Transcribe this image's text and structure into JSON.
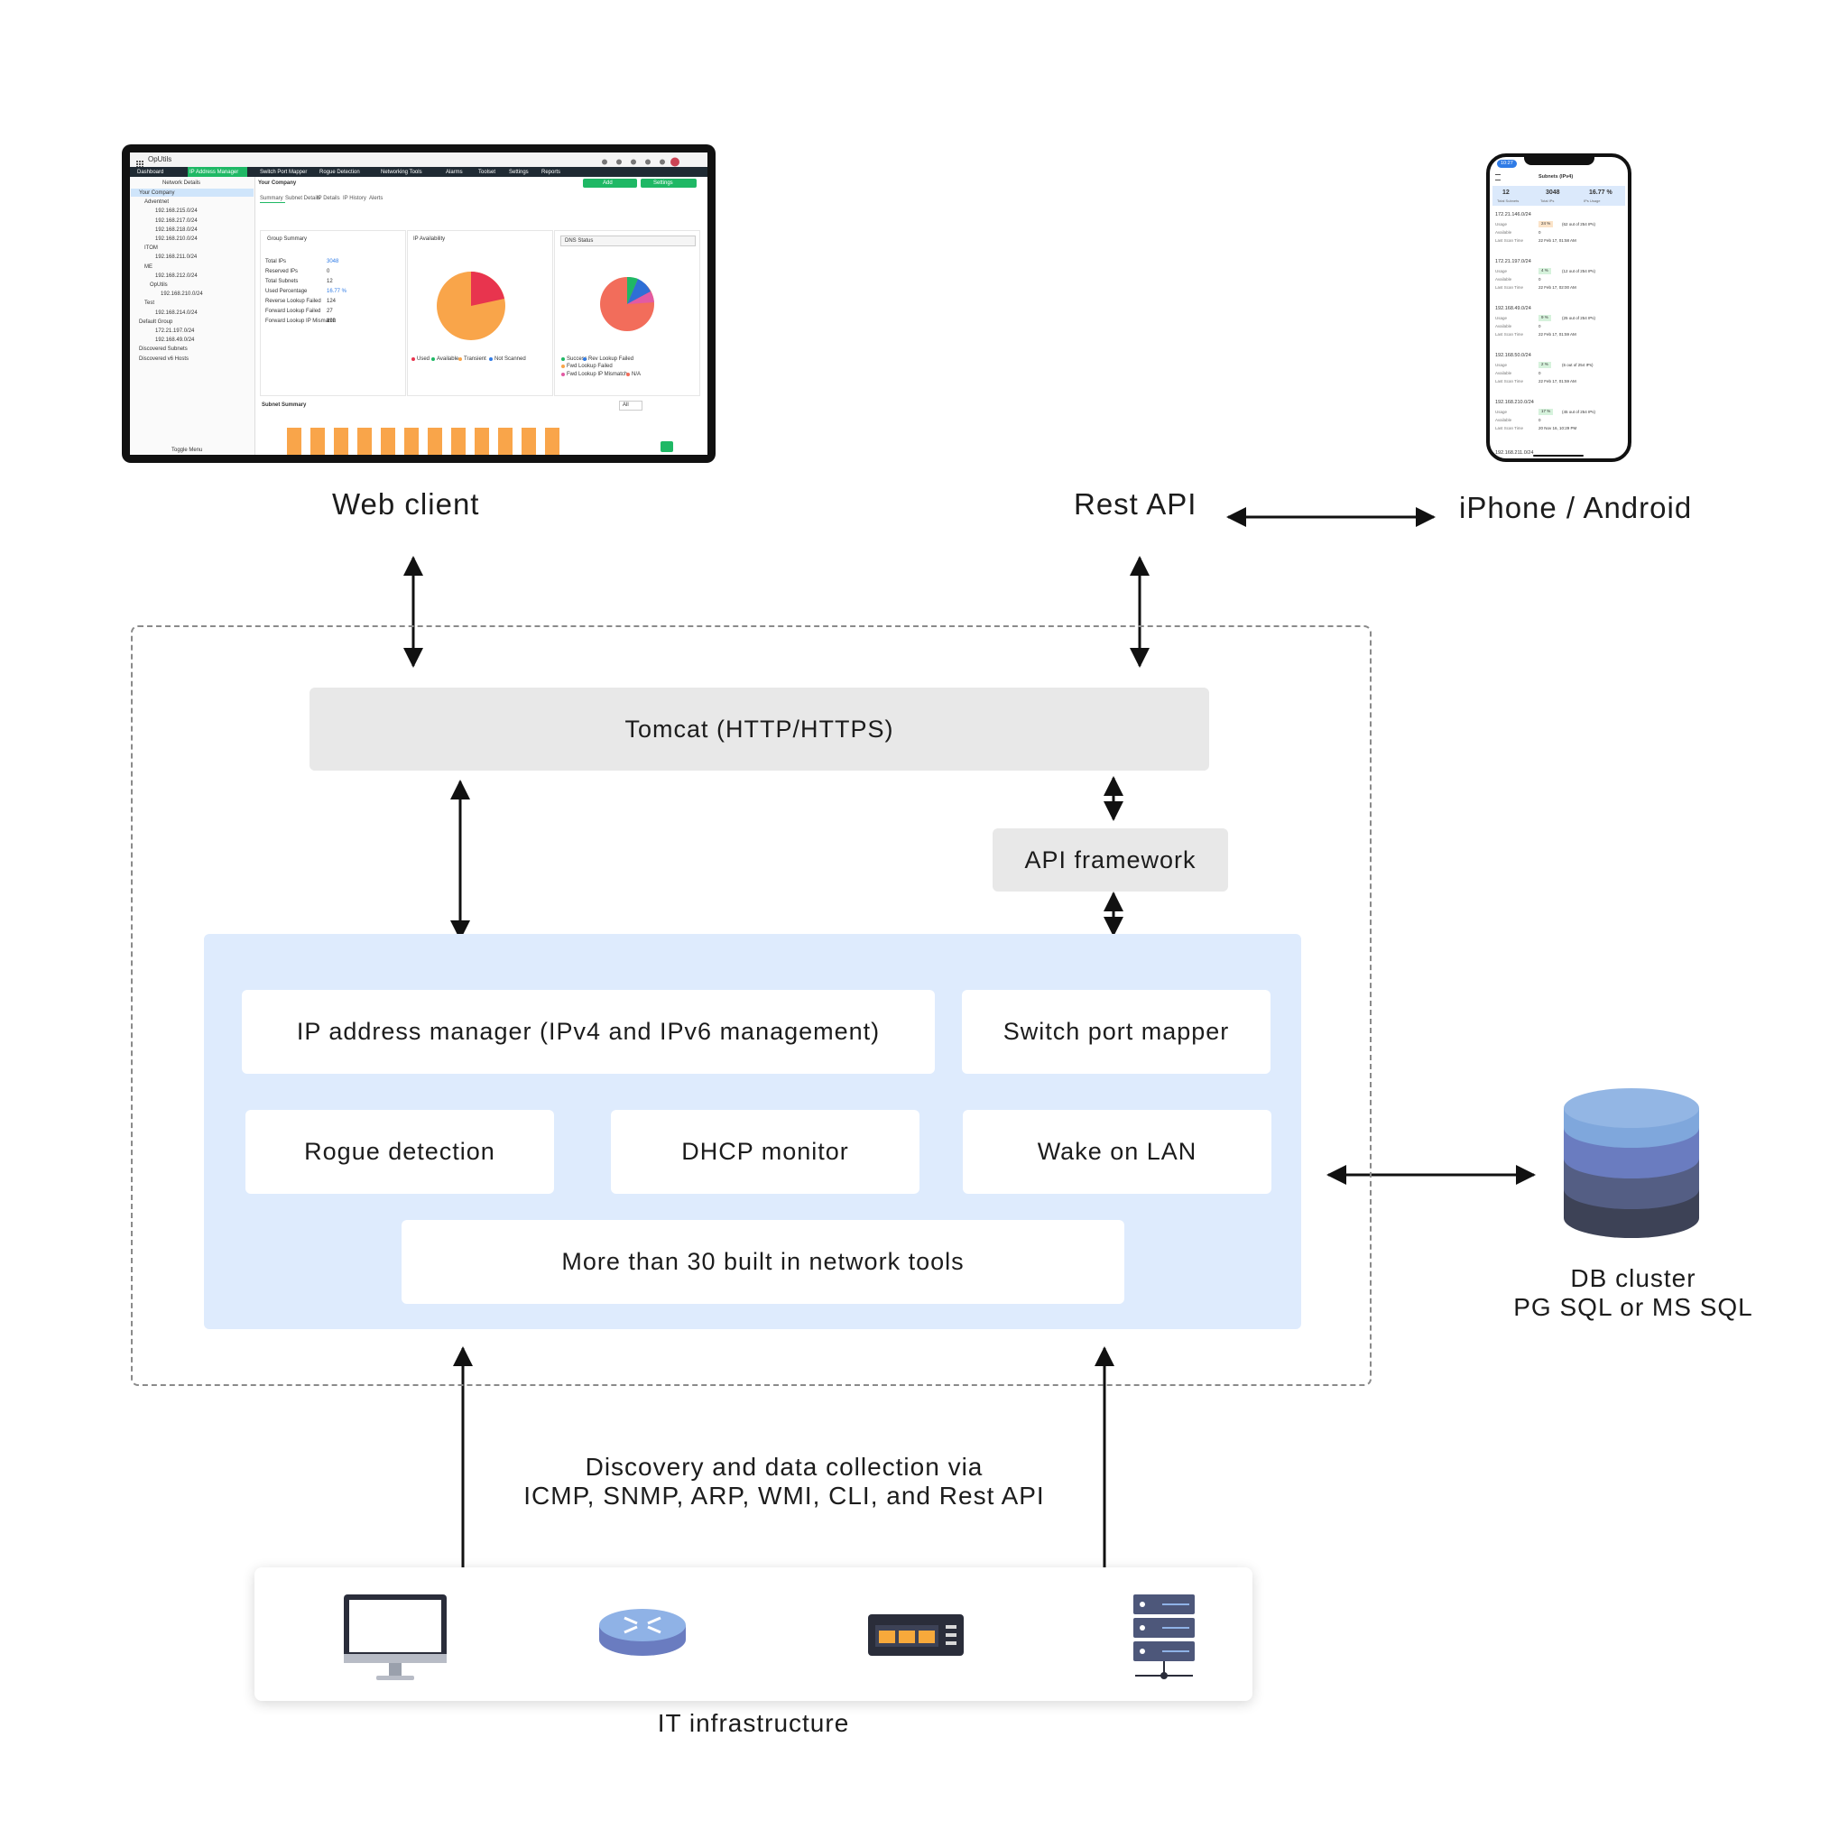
{
  "web_client": {
    "label": "Web client",
    "app_title": "OpUtils",
    "nav_tabs": [
      "Dashboard",
      "IP Address Manager",
      "Switch Port Mapper",
      "Rogue Detection",
      "Networking Tools",
      "Alarms",
      "Toolset",
      "Settings",
      "Reports"
    ],
    "sidebar_header": "Network Details",
    "breadcrumb": "Your Company",
    "add_button": "Add",
    "settings_button": "Settings",
    "tree": [
      "Your Company",
      "Adventnet",
      "192.168.215.0/24",
      "192.168.217.0/24",
      "192.168.218.0/24",
      "192.168.210.0/24",
      "ITOM",
      "192.168.211.0/24",
      "ME",
      "192.168.212.0/24",
      "OpUtils",
      "192.168.210.0/24",
      "Test",
      "192.168.214.0/24",
      "Default Group",
      "172.21.197.0/24",
      "192.168.49.0/24",
      "Discovered Subnets",
      "Discovered v6 Hosts"
    ],
    "toggle_menu": "Toggle Menu",
    "sub_tabs": [
      "Summary",
      "Subnet Details",
      "IP Details",
      "IP History",
      "Alerts"
    ],
    "group_summary": {
      "title": "Group Summary",
      "rows": [
        {
          "k": "Total IPs",
          "v": "3048"
        },
        {
          "k": "Reserved IPs",
          "v": "0"
        },
        {
          "k": "Total Subnets",
          "v": "12"
        },
        {
          "k": "Used Percentage",
          "v": "16.77 %"
        },
        {
          "k": "Reverse Lookup Failed",
          "v": "124"
        },
        {
          "k": "Forward Lookup Failed",
          "v": "27"
        },
        {
          "k": "Forward Lookup IP Mismatch",
          "v": "192"
        }
      ]
    },
    "ip_availability_title": "IP Availability",
    "ip_availability_legend": [
      "Used",
      "Available",
      "Transient",
      "Not Scanned"
    ],
    "dns_status_title": "DNS Status",
    "dns_status_legend": [
      "Success",
      "Rev Lookup Failed",
      "Fwd Lookup Failed",
      "Fwd Lookup IP Mismatch",
      "N/A"
    ],
    "subnet_summary_title": "Subnet Summary",
    "subnet_filter": "All",
    "colors": {
      "nav_bg": "#1f2a33",
      "nav_active": "#1fb865",
      "bar": "#f9a54a",
      "pie_orange": "#f9a54a",
      "pie_red": "#e8344e",
      "dns_red": "#f26d5b"
    }
  },
  "phone": {
    "time": "10:27",
    "title": "Subnets (IPv4)",
    "stats": [
      {
        "value": "12",
        "label": "Total Subnets"
      },
      {
        "value": "3048",
        "label": "Total IPs"
      },
      {
        "value": "16.77 %",
        "label": "IPs Usage"
      }
    ],
    "subnets": [
      {
        "name": "172.21.146.0/24",
        "usage": "24 %",
        "usage_note": "(62 out of 254 IPs)",
        "available": "0",
        "scan": "22 Feb 17, 01:58 AM"
      },
      {
        "name": "172.21.197.0/24",
        "usage": "4 %",
        "usage_note": "(12 out of 254 IPs)",
        "available": "0",
        "scan": "22 Feb 17, 02:00 AM"
      },
      {
        "name": "192.168.49.0/24",
        "usage": "9 %",
        "usage_note": "(25 out of 254 IPs)",
        "available": "0",
        "scan": "22 Feb 17, 01:59 AM"
      },
      {
        "name": "192.168.50.0/24",
        "usage": "2 %",
        "usage_note": "(6 out of 254 IPs)",
        "available": "0",
        "scan": "22 Feb 17, 01:59 AM"
      },
      {
        "name": "192.168.210.0/24",
        "usage": "17 %",
        "usage_note": "(45 out of 254 IPs)",
        "available": "0",
        "scan": "20 Nov 16, 10:29 PM"
      }
    ],
    "last_subnet": "192.168.211.0/24",
    "labels": {
      "usage": "Usage",
      "available": "Available",
      "last_scan": "Last Scan Time"
    }
  },
  "labels": {
    "rest_api": "Rest API",
    "mobile": "iPhone / Android",
    "tomcat": "Tomcat (HTTP/HTTPS)",
    "api_framework": "API framework",
    "ipam": "IP address manager (IPv4 and IPv6 management)",
    "switch_port_mapper": "Switch port mapper",
    "rogue_detection": "Rogue detection",
    "dhcp_monitor": "DHCP monitor",
    "wake_on_lan": "Wake on LAN",
    "network_tools": "More than 30 built in network tools",
    "db_line1": "DB cluster",
    "db_line2": "PG SQL or MS SQL",
    "discovery_line1": "Discovery and data collection via",
    "discovery_line2": "ICMP, SNMP, ARP, WMI, CLI, and Rest API",
    "infrastructure": "IT infrastructure"
  },
  "icons": [
    "desktop-monitor-icon",
    "router-icon",
    "switch-icon",
    "server-rack-icon",
    "database-icon"
  ],
  "colors": {
    "panel_blue": "#deebfd",
    "box_gray": "#e8e8e8",
    "db_top": "#7fa7dc",
    "db_mid1": "#6a7cc0",
    "db_mid2": "#545e84",
    "db_bottom": "#3d4256"
  }
}
